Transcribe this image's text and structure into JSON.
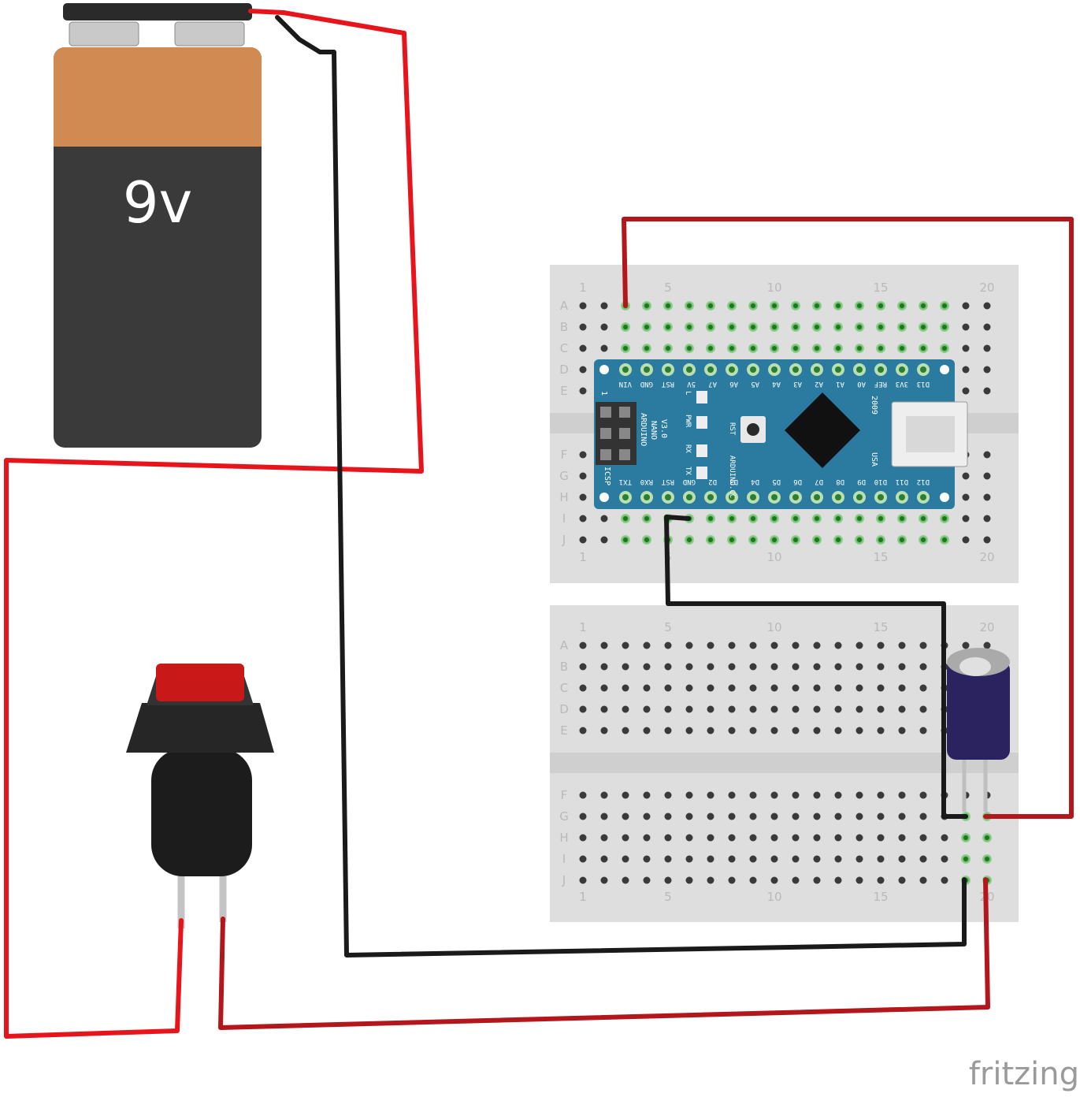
{
  "battery": {
    "label": "9v"
  },
  "breadboard": {
    "rows_top": [
      "A",
      "B",
      "C",
      "D",
      "E"
    ],
    "rows_bottom": [
      "F",
      "G",
      "H",
      "I",
      "J"
    ],
    "column_numbers": [
      "1",
      "5",
      "10",
      "15",
      "20"
    ]
  },
  "nano": {
    "top_pins": [
      "VIN",
      "GND",
      "RST",
      "5V",
      "A7",
      "A6",
      "A5",
      "A4",
      "A3",
      "A2",
      "A1",
      "A0",
      "REF",
      "3V3",
      "D13"
    ],
    "bottom_pins": [
      "TX1",
      "RX0",
      "RST",
      "GND",
      "D2",
      "D3",
      "D4",
      "D5",
      "D6",
      "D7",
      "D8",
      "D9",
      "D10",
      "D11",
      "D12"
    ],
    "title_lines": [
      "ARDUINO",
      "NANO",
      "V3.0"
    ],
    "site": "ARDUINO.CC",
    "year": "2009",
    "origin": "USA",
    "icsp": "ICSP",
    "icsp_pin": "1",
    "rst_button": "RST",
    "leds": [
      "L",
      "PWR",
      "RX",
      "TX"
    ]
  },
  "watermark": "fritzing",
  "colors": {
    "wire_red": "#e8141b",
    "wire_dark_red": "#b3161b",
    "wire_black": "#1a1a1a",
    "board_blue": "#2b7aa0",
    "breadboard": "#dedede"
  }
}
